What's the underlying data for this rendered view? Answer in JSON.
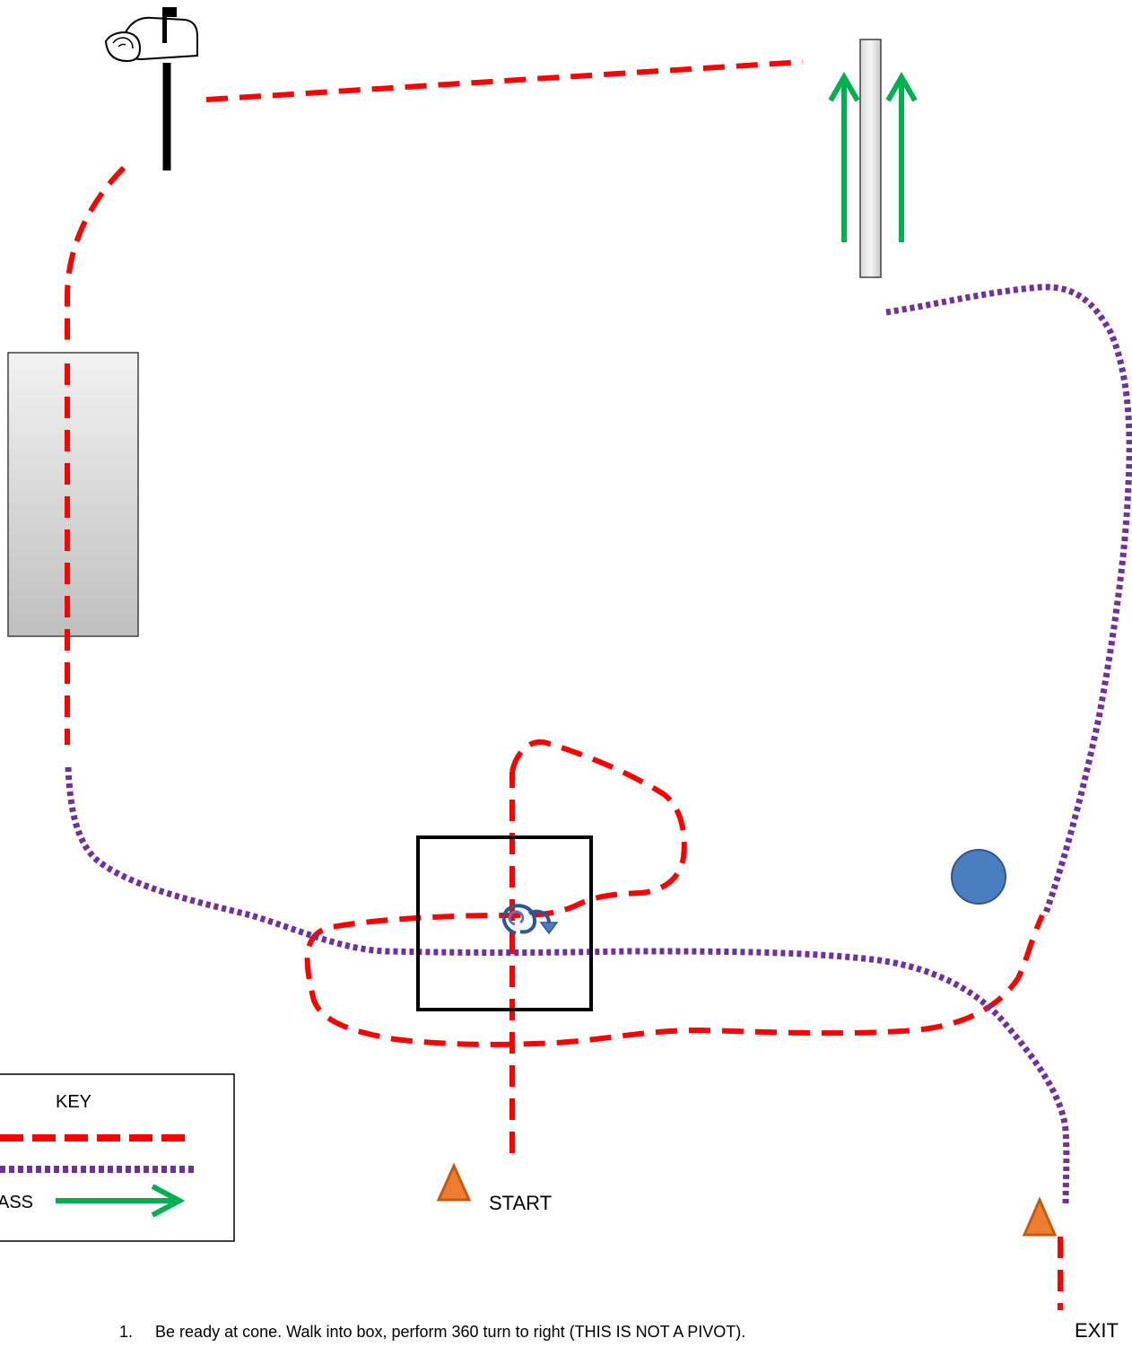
{
  "labels": {
    "start": "START",
    "exit": "EXIT"
  },
  "key": {
    "title": "KEY",
    "pass_suffix": "ASS"
  },
  "instructions": [
    {
      "number": "1.",
      "text": "Be ready at cone. Walk into box, perform 360 turn to right (THIS IS NOT A PIVOT)."
    }
  ],
  "colors": {
    "heel_path": "#ff0000",
    "off_leash_path": "#7030a0",
    "pass_arrow": "#00b050",
    "cone_fill": "#ed7d31",
    "cone_stroke": "#c55a11",
    "ball": "#4a7ebf",
    "ball_stroke": "#2f5597"
  },
  "icons": [
    "mailbox-icon",
    "cone-icon",
    "turn-icon",
    "ball-icon"
  ]
}
